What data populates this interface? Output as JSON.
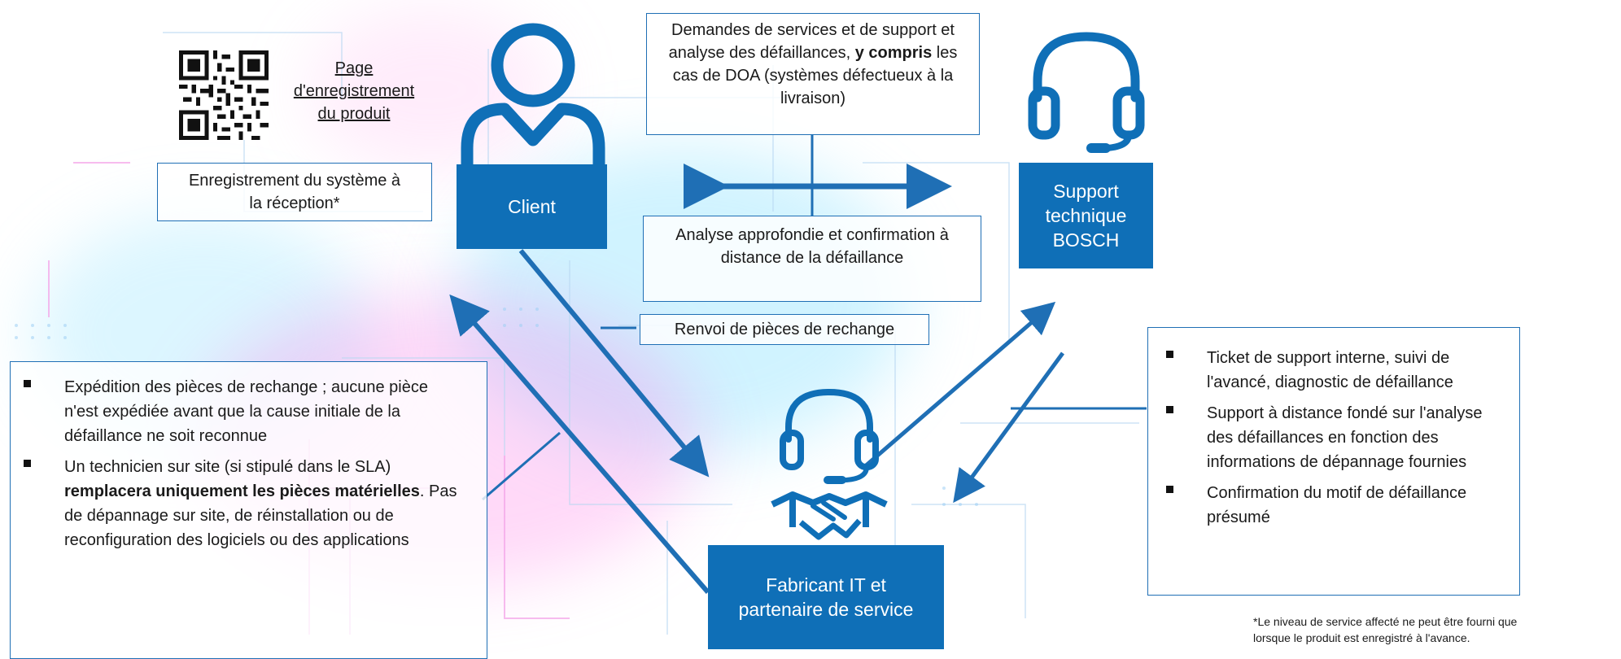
{
  "qr": {
    "link_line1": "Page",
    "link_line2": "d'enregistrement",
    "link_line3": "du produit"
  },
  "registration_box": {
    "line1": "Enregistrement du système à",
    "line2": "la réception*"
  },
  "client": {
    "label": "Client"
  },
  "support": {
    "line1": "Support",
    "line2": "technique",
    "line3": "BOSCH"
  },
  "manufacturer": {
    "line1": "Fabricant IT et",
    "line2": "partenaire de service"
  },
  "requests_box": {
    "part1": "Demandes de services et de support et analyse des défaillances,",
    "bold1": "y compris",
    "part2": "les cas de DOA (systèmes défectueux à la livraison)"
  },
  "analysis_box": {
    "text": "Analyse approfondie et confirmation à distance de la défaillance"
  },
  "parts_return_box": {
    "text": "Renvoi de pièces de rechange"
  },
  "left_list": {
    "item1": "Expédition des pièces de rechange ; aucune pièce n'est expédiée avant que la cause initiale de la défaillance ne soit reconnue",
    "item2_a": "Un technicien sur site (si stipulé dans le SLA)",
    "item2_bold": "remplacera uniquement les pièces matérielles",
    "item2_b": ". Pas de dépannage sur site, de réinstallation ou de reconfiguration des logiciels ou des applications"
  },
  "right_list": {
    "item1": "Ticket de support interne, suivi de l'avancé, diagnostic de défaillance",
    "item2": "Support à distance fondé sur l'analyse des défaillances en fonction des informations de dépannage fournies",
    "item3": "Confirmation du motif de défaillance présumé"
  },
  "footnote": {
    "line1": "*Le niveau de service affecté ne peut être fourni que",
    "line2": "lorsque le produit est enregistré à l'avance."
  },
  "colors": {
    "brand_blue": "#0f6fb7",
    "line_blue": "#1f6fb5",
    "glow_cyan": "#7fe3ff",
    "glow_pink": "#ff7ae0"
  },
  "icons": [
    "qr-code-icon",
    "person-icon",
    "headset-icon",
    "headset-handshake-icon"
  ]
}
